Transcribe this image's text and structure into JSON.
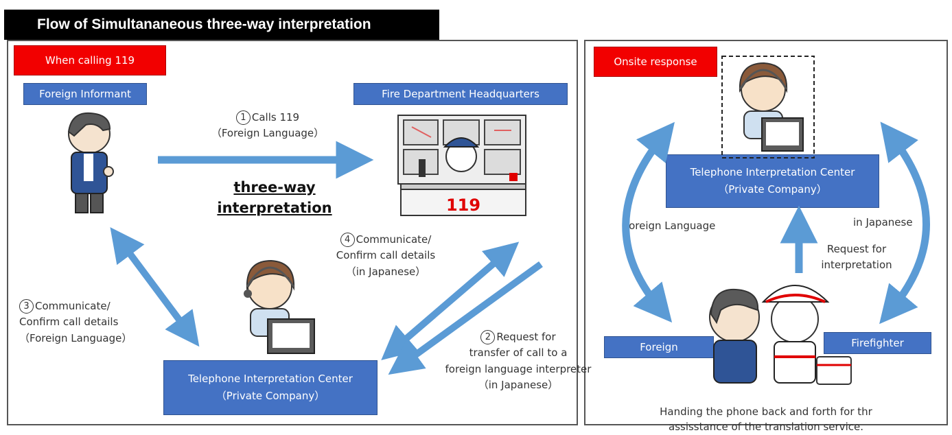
{
  "title": "Flow of Simultananeous three-way interpretation",
  "left_panel": {
    "tag": "When calling 119",
    "foreign_informant": "Foreign Informant",
    "fire_hq": "Fire Department Headquarters",
    "step1": {
      "num": "1",
      "line1": "Calls 119",
      "line2": "（Foreign Language）"
    },
    "center_label": {
      "line1": "three-way",
      "line2": "interpretation"
    },
    "step4": {
      "num": "4",
      "line1": "Communicate/",
      "line2": "Confirm call details",
      "line3": "（in Japanese）"
    },
    "step3": {
      "num": "3",
      "line1": "Communicate/",
      "line2": "Confirm call details",
      "line3": "（Foreign Language）"
    },
    "step2": {
      "num": "2",
      "line1": "Request for",
      "line2": "transfer of call to a",
      "line3": "foreign language interpreter",
      "line4": "（in Japanese）"
    },
    "tic": {
      "line1": "Telephone Interpretation Center",
      "line2": "（Private Company）"
    },
    "hq_sign": "119"
  },
  "right_panel": {
    "tag": "Onsite response",
    "tic": {
      "line1": "Telephone Interpretation Center",
      "line2": "（Private Company）"
    },
    "foreign_language": "Foreign Language",
    "in_japanese": "in Japanese",
    "request": {
      "line1": "Request for",
      "line2": "interpretation"
    },
    "foreign": "Foreign",
    "firefighter": "Firefighter",
    "caption": {
      "line1": "Handing the phone back and forth for thr",
      "line2": "assisstance of the translation service."
    }
  },
  "colors": {
    "arrow": "#5b9bd5",
    "box": "#4472c4",
    "tag": "#f20000",
    "title_bg": "#000000"
  }
}
